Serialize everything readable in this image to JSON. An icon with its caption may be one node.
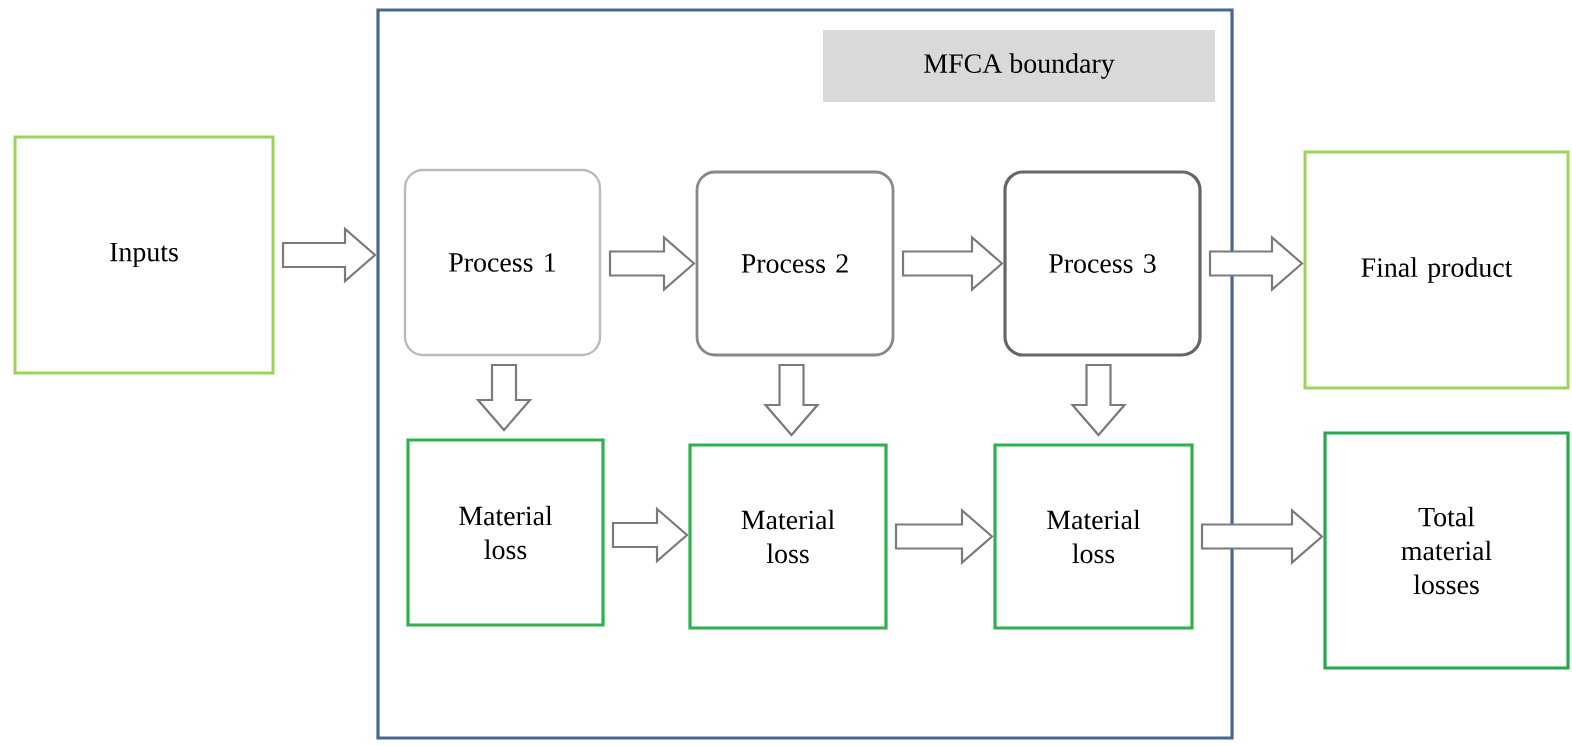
{
  "diagram": {
    "nodes": [
      {
        "text": [
          "Inputs"
        ]
      },
      {
        "text": [
          "MFCA boundary"
        ]
      },
      {
        "text": [
          "Process 1"
        ],
        "in": 1
      },
      {
        "text": [
          "Process 2"
        ],
        "in": 1
      },
      {
        "text": [
          "Process 3"
        ],
        "in": 1
      },
      {
        "text": [
          "Final product"
        ]
      },
      {
        "text": [
          "Material loss"
        ],
        "in": 1
      },
      {
        "text": [
          "Material loss"
        ],
        "in": 1
      },
      {
        "text": [
          "Material loss"
        ],
        "in": 1
      },
      {
        "text": [
          "Total material losses"
        ]
      }
    ],
    "edges": [
      {
        "from": 0,
        "to": 1,
        "arrow": "to"
      },
      {
        "from": 2,
        "to": 3,
        "arrow": "to"
      },
      {
        "from": 3,
        "to": 4,
        "arrow": "to"
      },
      {
        "from": 4,
        "to": 5,
        "arrow": "to"
      },
      {
        "from": 2,
        "to": 6,
        "arrow": "to"
      },
      {
        "from": 3,
        "to": 7,
        "arrow": "to"
      },
      {
        "from": 4,
        "to": 8,
        "arrow": "to"
      },
      {
        "from": 6,
        "to": 7,
        "arrow": "to"
      },
      {
        "from": 7,
        "to": 8,
        "arrow": "to"
      },
      {
        "from": 8,
        "to": 9,
        "arrow": "to"
      }
    ]
  }
}
